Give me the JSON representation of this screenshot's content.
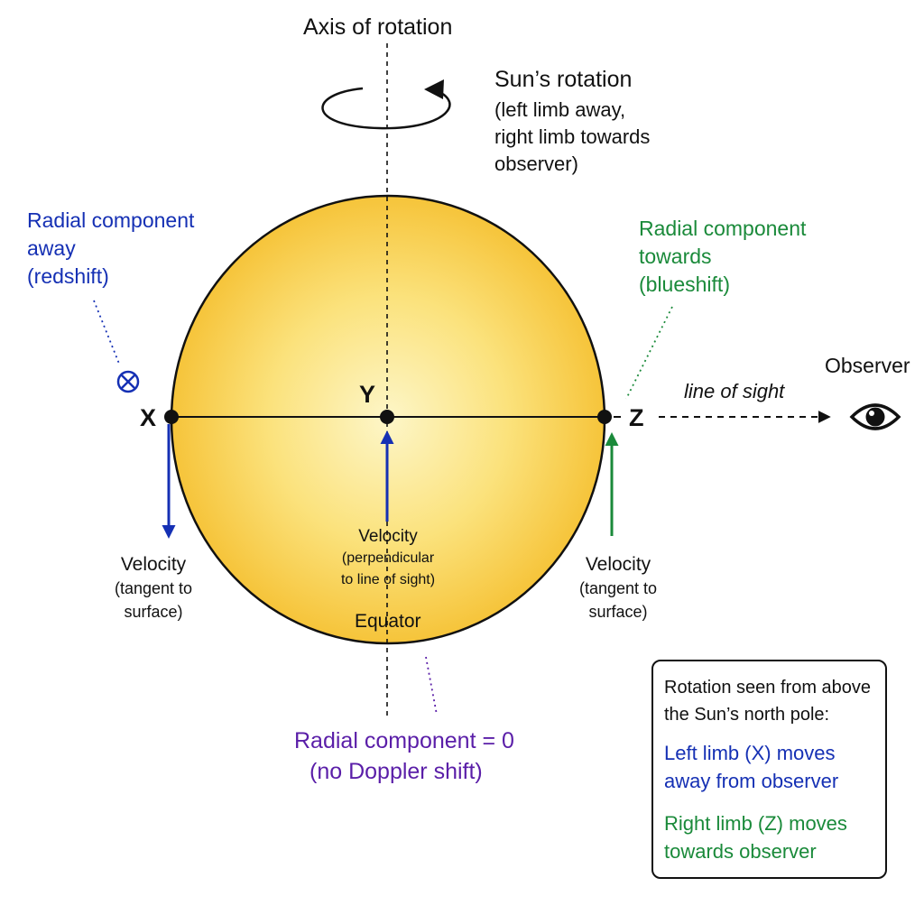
{
  "axis_label": "Axis of rotation",
  "rotation": {
    "title": "Sun’s rotation",
    "lines": [
      "(left limb away,",
      "right limb towards",
      "observer)"
    ]
  },
  "left_radial": {
    "lines": [
      "Radial component",
      "away",
      "(redshift)"
    ],
    "color": "#1530b4",
    "marker": "into-page-cross-icon"
  },
  "right_radial": {
    "lines": [
      "Radial component",
      "towards",
      "(blueshift)"
    ],
    "color": "#1a8a3a"
  },
  "center_radial": {
    "lines": [
      "Radial component = 0",
      "(no Doppler shift)"
    ],
    "color": "#5a1ea8"
  },
  "points": {
    "x": "X",
    "y": "Y",
    "z": "Z"
  },
  "observer": {
    "label": "Observer",
    "icon": "eye-icon",
    "line_of_sight": "line of sight"
  },
  "velocity_left": {
    "lines": [
      "Velocity",
      "(tangent to",
      "surface)"
    ]
  },
  "velocity_center": {
    "lines": [
      "Velocity",
      "(perpendicular",
      "to line of sight)"
    ]
  },
  "velocity_right": {
    "lines": [
      "Velocity",
      "(tangent to",
      "surface)"
    ]
  },
  "equator_label": "Equator",
  "sun_colors": {
    "center": "#fdf6c8",
    "edge": "#f6c43a"
  },
  "info_box": {
    "heading_lines": [
      "Rotation seen from above",
      "the Sun’s north pole:"
    ],
    "left_lines": [
      "Left limb (X) moves",
      "away from observer"
    ],
    "right_lines": [
      "Right limb (Z) moves",
      "towards observer"
    ]
  }
}
